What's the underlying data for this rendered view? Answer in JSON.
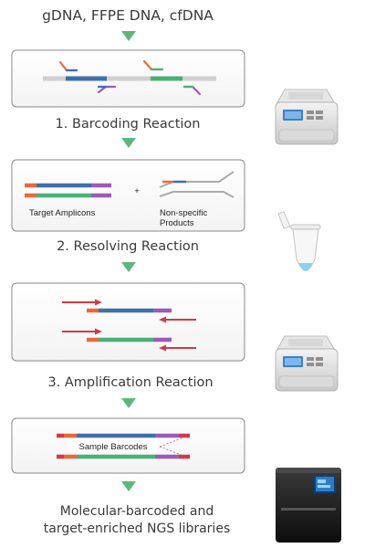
{
  "input_label": "gDNA, FFPE DNA, cfDNA",
  "steps": [
    {
      "label": "1. Barcoding Reaction"
    },
    {
      "label": "2. Resolving Reaction",
      "sub_labels": {
        "left": "Target Amplicons",
        "right_line1": "Non-specific",
        "right_line2": "Products"
      },
      "plus": "+"
    },
    {
      "label": "3. Amplification Reaction"
    },
    {
      "sub_labels": {
        "center": "Sample Barcodes"
      }
    }
  ],
  "output": {
    "line1": "Molecular-barcoded and",
    "line2": "target-enriched NGS libraries"
  },
  "instruments": [
    {
      "icon": "thermal-cycler-icon"
    },
    {
      "icon": "pcr-tube-icon"
    },
    {
      "icon": "thermal-cycler-icon"
    },
    {
      "icon": "ngs-sequencer-icon"
    }
  ],
  "colors": {
    "arrow": "#5cb87a",
    "panel_border": "#8a8a8a",
    "dna_gray": "#cfcfcf",
    "orange": "#e86a3a",
    "blue": "#3f6fa8",
    "green": "#4caf78",
    "purple": "#9b5bb4",
    "red": "#d23a48",
    "text": "#3a3a3a"
  }
}
